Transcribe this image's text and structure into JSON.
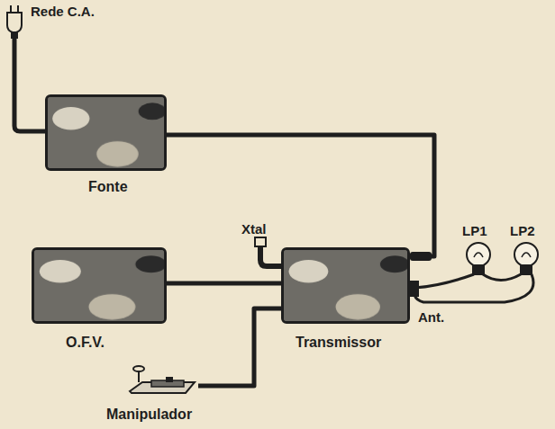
{
  "diagram": {
    "nodes": [
      {
        "text": [
          "Fonte"
        ]
      },
      {
        "text": [
          "O.F.V."
        ]
      },
      {
        "text": [
          "Transmissor"
        ]
      },
      {
        "text": [
          "Manipulador"
        ]
      }
    ],
    "edges": [
      {
        "from": 0,
        "to": 2,
        "arrow": "none"
      },
      {
        "from": 1,
        "to": 2,
        "arrow": "none"
      },
      {
        "from": 3,
        "to": 2,
        "arrow": "none"
      }
    ],
    "labels": [
      "Rede C.A.",
      "Xtal",
      "LP1",
      "LP2",
      "Ant."
    ]
  }
}
